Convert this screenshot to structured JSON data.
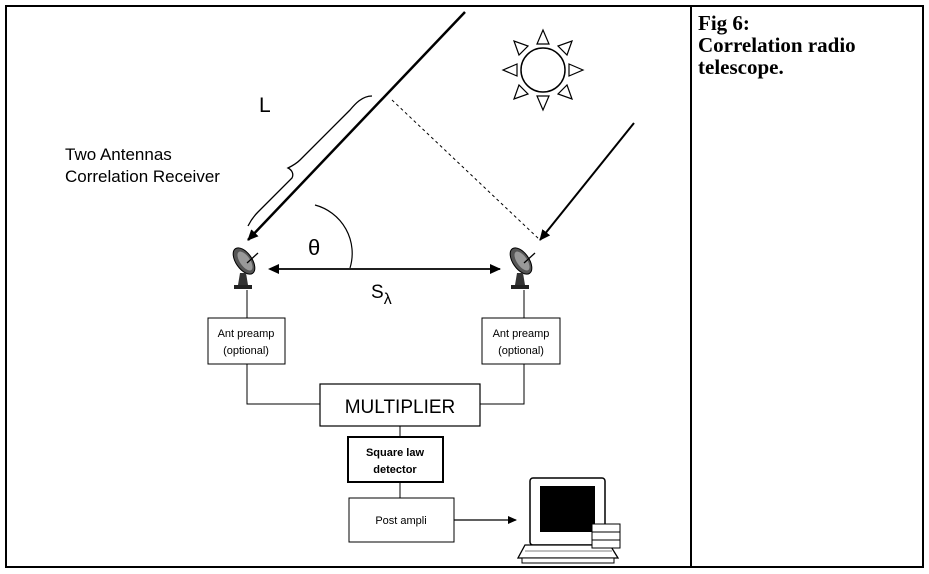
{
  "figure": {
    "label_length": "L",
    "antennas_label_line1": "Two Antennas",
    "antennas_label_line2": "Correlation Receiver",
    "angle_symbol": "θ",
    "baseline_symbol": "S",
    "baseline_subscript": "λ",
    "preamp_left_line1": "Ant preamp",
    "preamp_left_line2": "(optional)",
    "preamp_right_line1": "Ant preamp",
    "preamp_right_line2": "(optional)",
    "multiplier_label": "MULTIPLIER",
    "detector_line1": "Square law",
    "detector_line2": "detector",
    "post_ampli_label": "Post ampli"
  },
  "caption": {
    "line1": "Fig 6:",
    "line2": "Correlation radio",
    "line3": "telescope."
  }
}
